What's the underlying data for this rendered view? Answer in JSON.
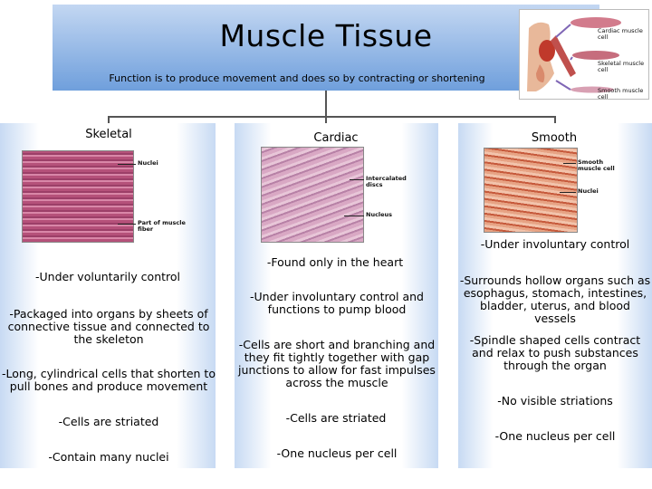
{
  "title": "Muscle Tissue",
  "subtitle": "Function is to produce movement and does so by contracting or shortening",
  "inset_labels": [
    "Cardiac muscle cell",
    "Skeletal muscle cell",
    "Smooth muscle cell"
  ],
  "columns": [
    {
      "heading": "Skeletal",
      "image_labels": [
        "Nuclei",
        "Part of muscle fiber"
      ],
      "points": [
        "-Under voluntarily control",
        "-Packaged into organs by sheets of connective tissue and connected to the skeleton",
        "-Long, cylindrical cells that shorten to pull bones and produce movement",
        "-Cells are striated",
        "-Contain many nuclei"
      ]
    },
    {
      "heading": "Cardiac",
      "image_labels": [
        "Intercalated discs",
        "Nucleus"
      ],
      "points": [
        "-Found only in the heart",
        "-Under involuntary control and functions to pump blood",
        "-Cells are short and branching and they fit tightly together with gap junctions to allow for fast impulses across the muscle",
        "-Cells are striated",
        "-One nucleus per  cell"
      ]
    },
    {
      "heading": "Smooth",
      "image_labels": [
        "Smooth muscle cell",
        "Nuclei"
      ],
      "points": [
        "-Under involuntary control",
        "-Surrounds hollow organs such as esophagus, stomach, intestines, bladder, uterus, and blood vessels",
        "-Spindle shaped cells contract and relax to push substances through the organ",
        "-No visible striations",
        "-One nucleus per cell"
      ]
    }
  ]
}
